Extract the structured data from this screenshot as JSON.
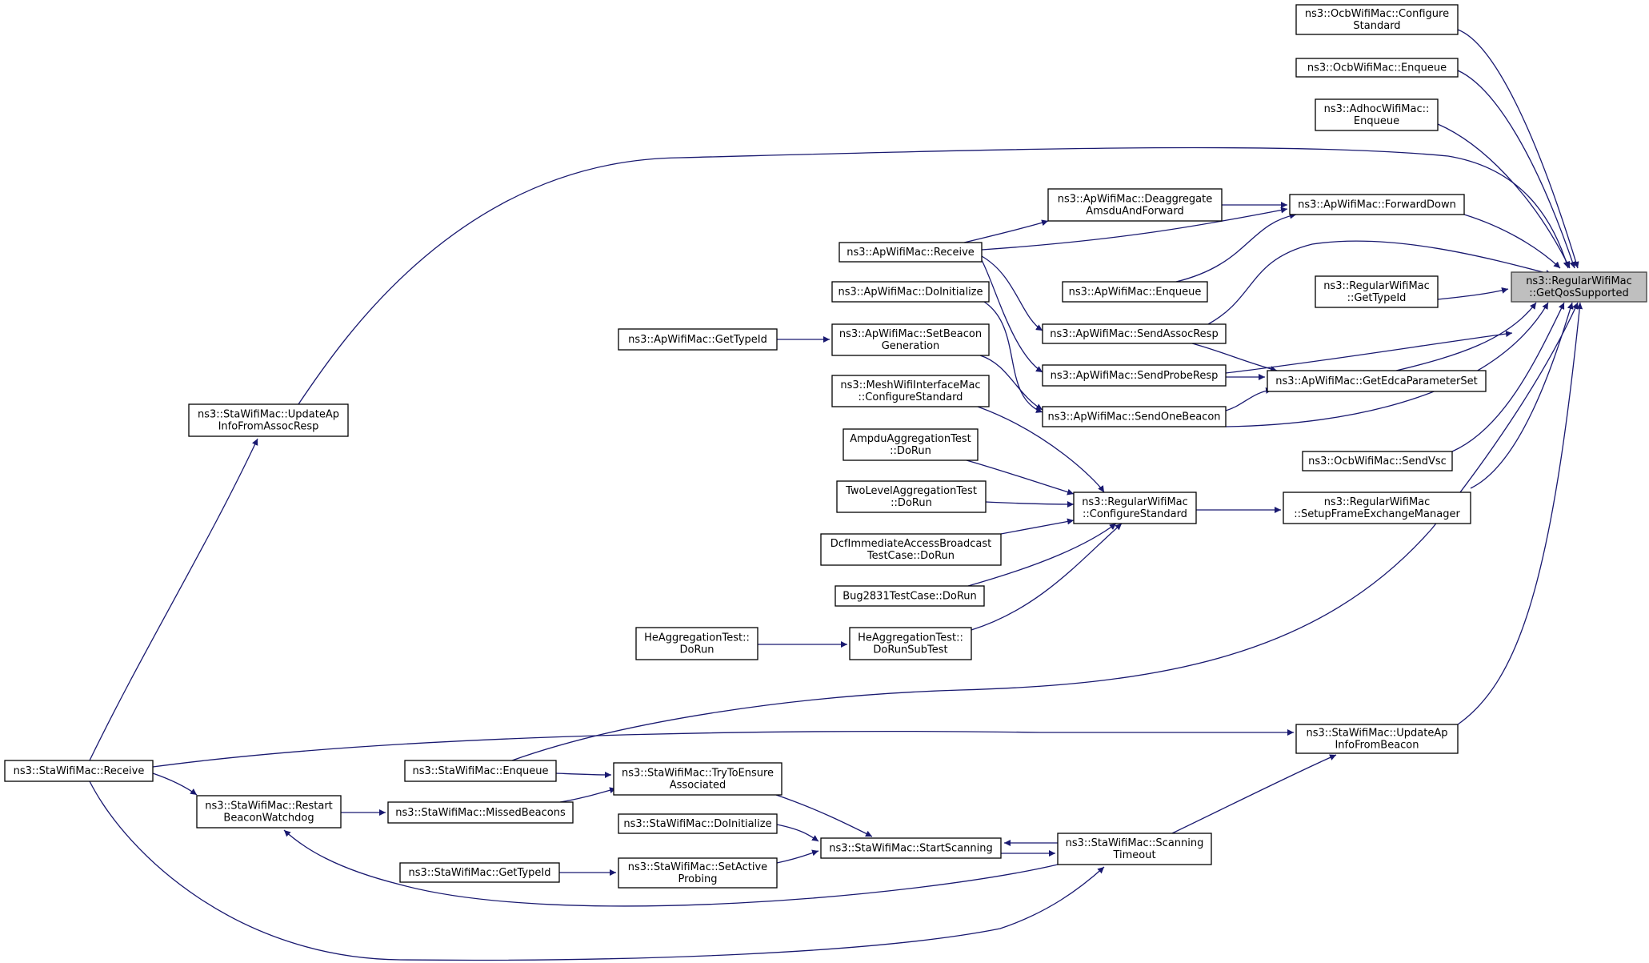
{
  "diagram": {
    "root": "root",
    "nodes": [
      {
        "id": "root",
        "lines": [
          "ns3::RegularWifiMac",
          "::GetQosSupported"
        ],
        "root": true
      },
      {
        "id": "ocb_config",
        "lines": [
          "ns3::OcbWifiMac::Configure",
          "Standard"
        ]
      },
      {
        "id": "ocb_enqueue",
        "lines": [
          "ns3::OcbWifiMac::Enqueue"
        ]
      },
      {
        "id": "adhoc_enqueue",
        "lines": [
          "ns3::AdhocWifiMac::",
          "Enqueue"
        ]
      },
      {
        "id": "ap_forward",
        "lines": [
          "ns3::ApWifiMac::ForwardDown"
        ]
      },
      {
        "id": "regular_typeid",
        "lines": [
          "ns3::RegularWifiMac",
          "::GetTypeId"
        ]
      },
      {
        "id": "ap_edca",
        "lines": [
          "ns3::ApWifiMac::GetEdcaParameterSet"
        ]
      },
      {
        "id": "ocb_sendvsc",
        "lines": [
          "ns3::OcbWifiMac::SendVsc"
        ]
      },
      {
        "id": "regular_setup",
        "lines": [
          "ns3::RegularWifiMac",
          "::SetupFrameExchangeManager"
        ]
      },
      {
        "id": "sta_updatebeacon",
        "lines": [
          "ns3::StaWifiMac::UpdateAp",
          "InfoFromBeacon"
        ]
      },
      {
        "id": "ap_deagg",
        "lines": [
          "ns3::ApWifiMac::Deaggregate",
          "AmsduAndForward"
        ]
      },
      {
        "id": "ap_enqueue",
        "lines": [
          "ns3::ApWifiMac::Enqueue"
        ]
      },
      {
        "id": "ap_assoc",
        "lines": [
          "ns3::ApWifiMac::SendAssocResp"
        ]
      },
      {
        "id": "ap_probe",
        "lines": [
          "ns3::ApWifiMac::SendProbeResp"
        ]
      },
      {
        "id": "ap_beacon",
        "lines": [
          "ns3::ApWifiMac::SendOneBeacon"
        ]
      },
      {
        "id": "regular_config",
        "lines": [
          "ns3::RegularWifiMac",
          "::ConfigureStandard"
        ]
      },
      {
        "id": "sta_scantimeout",
        "lines": [
          "ns3::StaWifiMac::Scanning",
          "Timeout"
        ]
      },
      {
        "id": "ap_receive",
        "lines": [
          "ns3::ApWifiMac::Receive"
        ]
      },
      {
        "id": "ap_doinit",
        "lines": [
          "ns3::ApWifiMac::DoInitialize"
        ]
      },
      {
        "id": "ap_setbeacon",
        "lines": [
          "ns3::ApWifiMac::SetBeacon",
          "Generation"
        ]
      },
      {
        "id": "ap_typeid",
        "lines": [
          "ns3::ApWifiMac::GetTypeId"
        ]
      },
      {
        "id": "mesh_config",
        "lines": [
          "ns3::MeshWifiInterfaceMac",
          "::ConfigureStandard"
        ]
      },
      {
        "id": "ampdu_test",
        "lines": [
          "AmpduAggregationTest",
          "::DoRun"
        ]
      },
      {
        "id": "twolevel_test",
        "lines": [
          "TwoLevelAggregationTest",
          "::DoRun"
        ]
      },
      {
        "id": "dcf_test",
        "lines": [
          "DcfImmediateAccessBroadcast",
          "TestCase::DoRun"
        ]
      },
      {
        "id": "bug_test",
        "lines": [
          "Bug2831TestCase::DoRun"
        ]
      },
      {
        "id": "he_subtest",
        "lines": [
          "HeAggregationTest::",
          "DoRunSubTest"
        ]
      },
      {
        "id": "he_dorun",
        "lines": [
          "HeAggregationTest::",
          "DoRun"
        ]
      },
      {
        "id": "sta_startscan",
        "lines": [
          "ns3::StaWifiMac::StartScanning"
        ]
      },
      {
        "id": "sta_tryassoc",
        "lines": [
          "ns3::StaWifiMac::TryToEnsure",
          "Associated"
        ]
      },
      {
        "id": "sta_doinit",
        "lines": [
          "ns3::StaWifiMac::DoInitialize"
        ]
      },
      {
        "id": "sta_setprobing",
        "lines": [
          "ns3::StaWifiMac::SetActive",
          "Probing"
        ]
      },
      {
        "id": "sta_typeid",
        "lines": [
          "ns3::StaWifiMac::GetTypeId"
        ]
      },
      {
        "id": "sta_enqueue",
        "lines": [
          "ns3::StaWifiMac::Enqueue"
        ]
      },
      {
        "id": "sta_missed",
        "lines": [
          "ns3::StaWifiMac::MissedBeacons"
        ]
      },
      {
        "id": "sta_restart",
        "lines": [
          "ns3::StaWifiMac::Restart",
          "BeaconWatchdog"
        ]
      },
      {
        "id": "sta_updateassoc",
        "lines": [
          "ns3::StaWifiMac::UpdateAp",
          "InfoFromAssocResp"
        ]
      },
      {
        "id": "sta_receive",
        "lines": [
          "ns3::StaWifiMac::Receive"
        ]
      }
    ],
    "edges": [
      {
        "from": "ocb_config",
        "to": "root"
      },
      {
        "from": "ocb_enqueue",
        "to": "root"
      },
      {
        "from": "adhoc_enqueue",
        "to": "root"
      },
      {
        "from": "sta_updateassoc",
        "to": "root"
      },
      {
        "from": "ap_forward",
        "to": "root"
      },
      {
        "from": "ap_assoc",
        "to": "root"
      },
      {
        "from": "regular_typeid",
        "to": "root"
      },
      {
        "from": "ap_probe",
        "to": "root"
      },
      {
        "from": "ap_edca",
        "to": "root"
      },
      {
        "from": "ap_beacon",
        "to": "root"
      },
      {
        "from": "ocb_sendvsc",
        "to": "root"
      },
      {
        "from": "regular_setup",
        "to": "root"
      },
      {
        "from": "sta_enqueue",
        "to": "root"
      },
      {
        "from": "sta_updatebeacon",
        "to": "root"
      },
      {
        "from": "ap_deagg",
        "to": "ap_forward"
      },
      {
        "from": "ap_receive",
        "to": "ap_forward"
      },
      {
        "from": "ap_enqueue",
        "to": "ap_forward"
      },
      {
        "from": "ap_receive",
        "to": "ap_deagg"
      },
      {
        "from": "ap_receive",
        "to": "ap_assoc"
      },
      {
        "from": "ap_receive",
        "to": "ap_probe"
      },
      {
        "from": "ap_assoc",
        "to": "ap_edca"
      },
      {
        "from": "ap_probe",
        "to": "ap_edca"
      },
      {
        "from": "ap_beacon",
        "to": "ap_edca"
      },
      {
        "from": "ap_doinit",
        "to": "ap_beacon"
      },
      {
        "from": "ap_setbeacon",
        "to": "ap_beacon"
      },
      {
        "from": "ap_typeid",
        "to": "ap_setbeacon"
      },
      {
        "from": "regular_config",
        "to": "regular_setup"
      },
      {
        "from": "mesh_config",
        "to": "regular_config"
      },
      {
        "from": "ampdu_test",
        "to": "regular_config"
      },
      {
        "from": "twolevel_test",
        "to": "regular_config"
      },
      {
        "from": "dcf_test",
        "to": "regular_config"
      },
      {
        "from": "bug_test",
        "to": "regular_config"
      },
      {
        "from": "he_subtest",
        "to": "regular_config"
      },
      {
        "from": "he_dorun",
        "to": "he_subtest"
      },
      {
        "from": "sta_receive",
        "to": "sta_updateassoc"
      },
      {
        "from": "sta_receive",
        "to": "sta_updatebeacon"
      },
      {
        "from": "sta_receive",
        "to": "sta_restart"
      },
      {
        "from": "sta_receive",
        "to": "sta_scantimeout"
      },
      {
        "from": "sta_scantimeout",
        "to": "sta_updatebeacon"
      },
      {
        "from": "sta_scantimeout",
        "to": "sta_startscan"
      },
      {
        "from": "sta_scantimeout",
        "to": "sta_restart"
      },
      {
        "from": "sta_startscan",
        "to": "sta_scantimeout"
      },
      {
        "from": "sta_tryassoc",
        "to": "sta_startscan"
      },
      {
        "from": "sta_doinit",
        "to": "sta_startscan"
      },
      {
        "from": "sta_setprobing",
        "to": "sta_startscan"
      },
      {
        "from": "sta_enqueue",
        "to": "sta_tryassoc"
      },
      {
        "from": "sta_missed",
        "to": "sta_tryassoc"
      },
      {
        "from": "sta_typeid",
        "to": "sta_setprobing"
      },
      {
        "from": "sta_restart",
        "to": "sta_missed"
      }
    ]
  }
}
